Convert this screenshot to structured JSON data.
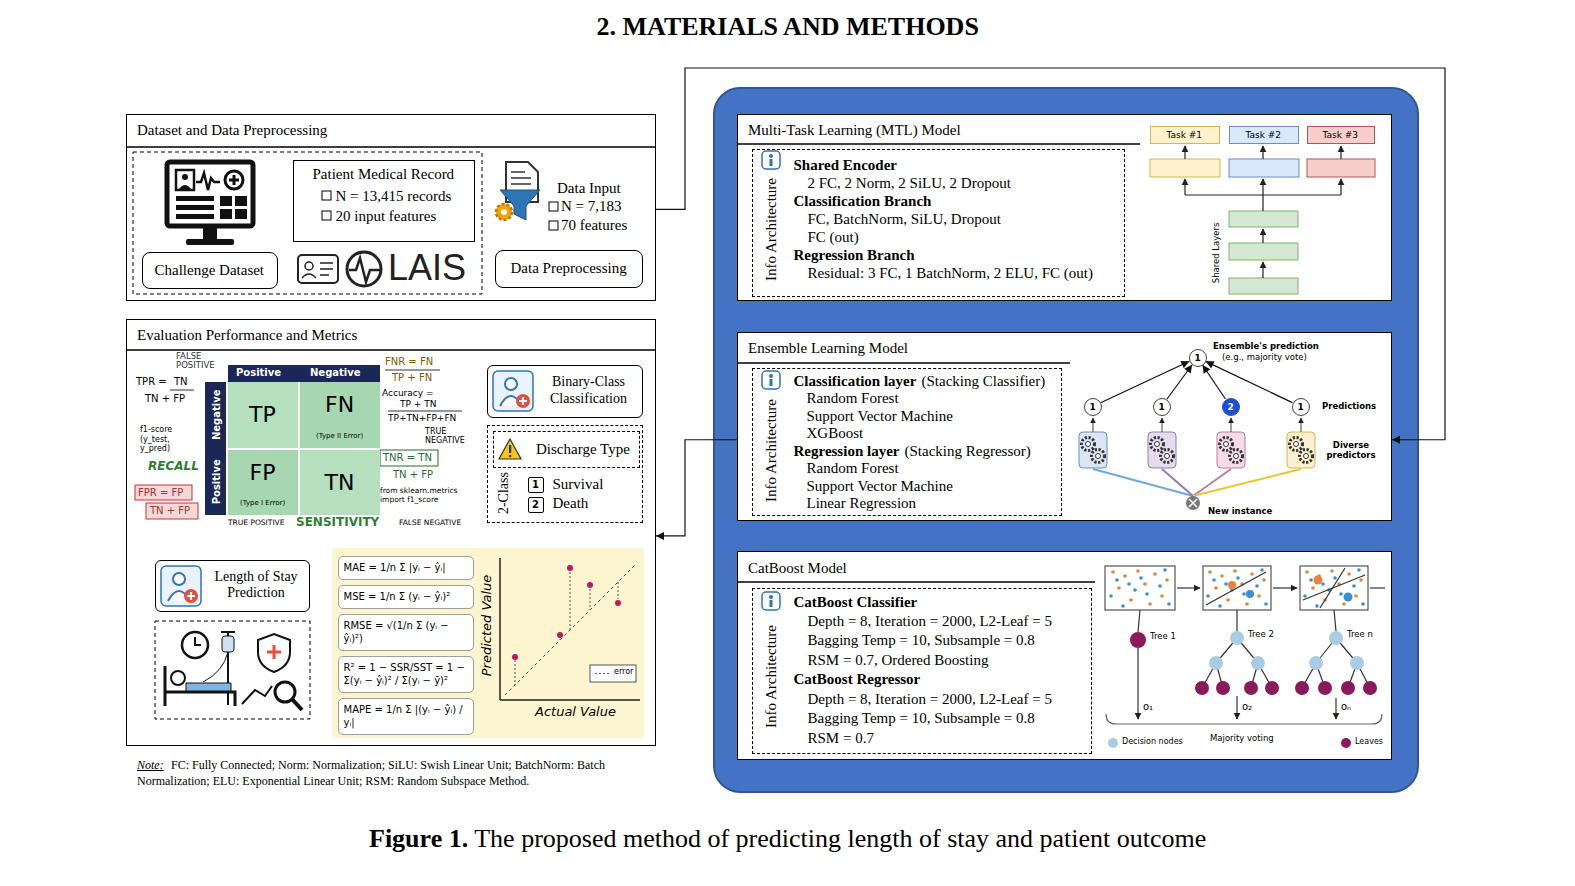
{
  "diagram": {
    "title": "2. MATERIALS AND METHODS",
    "caption": "Figure 1. The proposed method of predicting length of stay and patient outcome",
    "nodes": [
      {
        "text": [
          "Dataset and Data Preprocessing"
        ]
      },
      {
        "text": [
          "Patient Medical Record",
          "N = 13,415 records",
          "20 input features"
        ],
        "in": 0
      },
      {
        "text": [
          "Challenge Dataset"
        ],
        "in": 0
      },
      {
        "text": [
          "Data Preprocessing"
        ],
        "in": 0
      },
      {
        "text": [
          "Evaluation Performance and Metrics"
        ]
      },
      {
        "text": [
          "TP"
        ],
        "in": 4
      },
      {
        "text": [
          "FN",
          "(Type II Error)"
        ],
        "in": 4
      },
      {
        "text": [
          "FP",
          "(Type I Error)"
        ],
        "in": 4
      },
      {
        "text": [
          "TN"
        ],
        "in": 4
      },
      {
        "text": [
          "Binary-Class Classification"
        ],
        "in": 4
      },
      {
        "text": [
          "2-Class",
          "Survival",
          "Death"
        ],
        "in": 4
      },
      {
        "text": [
          "Discharge Type"
        ],
        "in": 10
      },
      {
        "text": [
          "1"
        ],
        "in": 10
      },
      {
        "text": [
          "2"
        ],
        "in": 10
      },
      {
        "text": [
          "Length of Stay Prediction"
        ],
        "in": 4
      },
      {
        "text": [
          "MAE = 1/n Σ |yᵢ − ŷᵢ|"
        ],
        "in": 4
      },
      {
        "text": [
          "MSE = 1/n Σ (yᵢ − ŷᵢ)²"
        ],
        "in": 4
      },
      {
        "text": [
          "RMSE = √(1/n Σ (yᵢ − ŷᵢ)²)"
        ],
        "in": 4
      },
      {
        "text": [
          "R² = 1 − SSR/SST = 1 − Σ(yᵢ − ŷᵢ)² / Σ(yᵢ − ȳ)²"
        ],
        "in": 4
      },
      {
        "text": [
          "MAPE = 1/n Σ |(yᵢ − ŷᵢ) / yᵢ|"
        ],
        "in": 4
      },
      {
        "text": [
          "Multi-Task Learning (MTL) Model"
        ]
      },
      {
        "text": [
          "Info Architecture",
          "Shared Encoder",
          "2 FC, 2 Norm, 2 SiLU, 2 Dropout",
          "Classification Branch",
          "FC, BatchNorm, SiLU, Dropout",
          "FC (out)",
          "Regression Branch",
          "Residual: 3 FC, 1 BatchNorm, 2 ELU, FC (out)"
        ],
        "in": 20
      },
      {
        "text": [
          "Task #1"
        ],
        "in": 20
      },
      {
        "text": [
          "Task #2"
        ],
        "in": 20
      },
      {
        "text": [
          "Task #3"
        ],
        "in": 20
      },
      {
        "text": [
          "Ensemble Learning Model"
        ]
      },
      {
        "text": [
          "Info Architecture",
          "Classification layer",
          "(Stacking Classifier)",
          "Random Forest",
          "Support Vector Machine",
          "XGBoost",
          "Regression layer",
          "(Stacking Regressor)",
          "Random Forest",
          "Support Vector Machine",
          "Linear Regression"
        ],
        "in": 25
      },
      {
        "text": [
          "1"
        ],
        "in": 25
      },
      {
        "text": [
          "1"
        ],
        "in": 25
      },
      {
        "text": [
          "1"
        ],
        "in": 25
      },
      {
        "text": [
          "2"
        ],
        "in": 25
      },
      {
        "text": [
          "1"
        ],
        "in": 25
      },
      {
        "text": [
          "CatBoost Model"
        ]
      },
      {
        "text": [
          "Info Architecture",
          "CatBoost Classifier",
          "Depth = 8, Iteration = 2000, L2-Leaf = 5",
          "Bagging Temp = 10, Subsample = 0.8",
          "RSM = 0.7, Ordered Boosting",
          "CatBoost Regressor",
          "Depth = 8, Iteration = 2000, L2-Leaf = 5",
          "Bagging Temp = 10, Subsample = 0.8",
          "RSM = 0.7"
        ],
        "in": 32
      }
    ],
    "edges": [
      {
        "from": 0,
        "to": 25,
        "arrow": "to"
      },
      {
        "from": 25,
        "to": 4,
        "arrow": "to"
      },
      {
        "from": 28,
        "to": 27,
        "arrow": "to"
      },
      {
        "from": 29,
        "to": 27,
        "arrow": "to"
      },
      {
        "from": 30,
        "to": 27,
        "arrow": "to"
      },
      {
        "from": 31,
        "to": 27,
        "arrow": "to"
      }
    ],
    "labels": [
      "LAIS",
      "Data Input",
      "N = 7,183",
      "70 features",
      "Positive",
      "Negative",
      "Negative",
      "Positive",
      "FALSE POSITIVE",
      "TPR =",
      "TN",
      "TN + FP",
      "f1-score (y_test, y_pred)",
      "RECALL",
      "FPR = FP",
      "TN + FP",
      "TRUE POSITIVE",
      "SENSITIVITY",
      "FNR = FN",
      "TP + FN",
      "Accuracy =",
      "TP + TN",
      "TP+TN+FP+FN",
      "TRUE NEGATIVE",
      "TNR = TN",
      "TN + FP",
      "from sklearn.metrics import f1_score",
      "FALSE NEGATIVE",
      "Predicted Value",
      "Actual Value",
      "Ensemble's prediction",
      "(e.g., majority vote)",
      "Predictions",
      "Diverse predictors",
      "New instance",
      "Shared Layers",
      "Tree 1",
      "Tree 2",
      "Tree n",
      "o₁",
      "o₂",
      "oₙ",
      "Majority voting",
      "Note:",
      "FC: Fully Connected; Norm: Normalization; SiLU: Swish Linear Unit; BatchNorm: Batch Normalization; ELU: Exponential Linear Unit; RSM: Random Subspace Method."
    ],
    "legend": [
      {
        "text": "error"
      },
      {
        "text": "Decision nodes"
      },
      {
        "text": "Leaves"
      }
    ]
  }
}
